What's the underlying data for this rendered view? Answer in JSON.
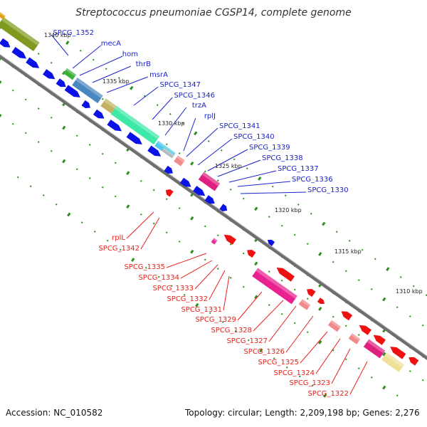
{
  "title": "Streptococcus pneumoniae CGSP14, complete genome",
  "footer": {
    "accession": "Accession: NC_010582",
    "topology": "Topology: circular; Length: 2,209,198 bp; Genes: 2,276"
  },
  "colors": {
    "forward_cds": "#0a12e6",
    "reverse_cds": "#ee1111",
    "backbone": "#7b7b7b",
    "forward_label": "#1a23c8",
    "reverse_label": "#e8201a",
    "tick": "#2e8f1e"
  },
  "kbp_labels": [
    "1340 kbp",
    "1335 kbp",
    "1330 kbp",
    "1325 kbp",
    "1320 kbp",
    "1315 kbp",
    "1310 kbp"
  ],
  "forward_genes": [
    "SPCG_1352",
    "mecA",
    "hom",
    "thrB",
    "msrA",
    "SPCG_1347",
    "SPCG_1346",
    "trzA",
    "rplJ",
    "SPCG_1341",
    "SPCG_1340",
    "SPCG_1339",
    "SPCG_1338",
    "SPCG_1337",
    "SPCG_1336",
    "SPCG_1330"
  ],
  "reverse_genes": [
    "rplL",
    "SPCG_1342",
    "SPCG_1335",
    "SPCG_1334",
    "SPCG_1333",
    "SPCG_1332",
    "SPCG_1331",
    "SPCG_1329",
    "SPCG_1328",
    "SPCG_1327",
    "SPCG_1326",
    "SPCG_1325",
    "SPCG_1324",
    "SPCG_1323",
    "SPCG_1322"
  ]
}
